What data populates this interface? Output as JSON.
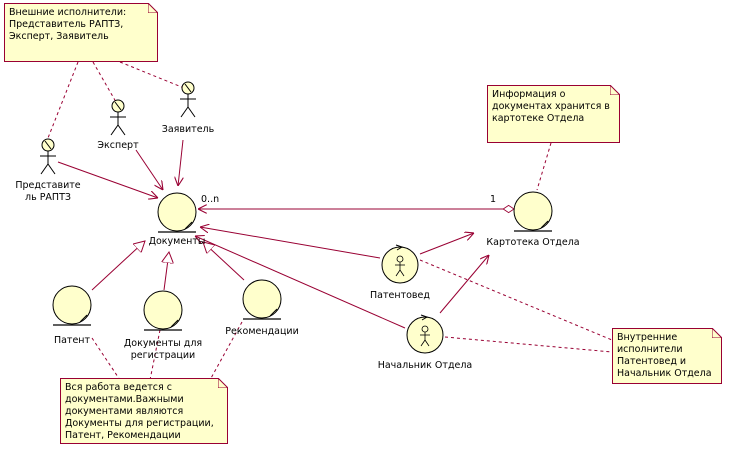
{
  "notes": {
    "external": [
      "Внешние исполнители:",
      "Представитель РАПТЗ,",
      "Эксперт, Заявитель"
    ],
    "info": [
      "Информация о",
      "документах хранится в",
      "картотеке Отдела"
    ],
    "work": [
      "Вся работа ведется с",
      "документами.Важными",
      "документами являются",
      "Документы для регистрации,",
      "Патент, Рекомендации"
    ],
    "internal": [
      "Внутренние",
      "исполнители",
      "Патентовед и",
      "Начальник Отдела"
    ]
  },
  "actors": {
    "representative": [
      "Представите",
      "ль РАПТЗ"
    ],
    "expert": "Эксперт",
    "applicant": "Заявитель"
  },
  "entities": {
    "documents": "Документы",
    "patent": "Патент",
    "registration_docs": [
      "Документы для",
      "регистрации"
    ],
    "recommendations": "Рекомендации",
    "card_index": "Картотека Отдела"
  },
  "controls": {
    "patent_agent": "Патентовед",
    "head": "Начальник Отдела"
  },
  "multiplicity": {
    "many": "0..n",
    "one": "1"
  },
  "colors": {
    "note_fill": "#ffffcc",
    "line": "#990033",
    "object_fill": "#ffffcc",
    "object_stroke": "#000000"
  }
}
